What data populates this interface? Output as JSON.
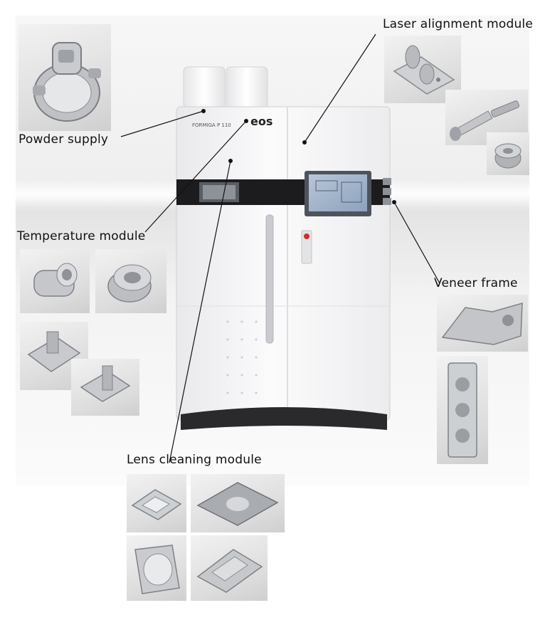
{
  "labels": {
    "laser_alignment": "Laser alignment module",
    "powder_supply": "Powder supply",
    "temperature": "Temperature module",
    "veneer_frame": "Veneer frame",
    "lens_cleaning": "Lens cleaning module"
  },
  "machine": {
    "brand": "eos",
    "model": "FORMIGA P 110"
  }
}
